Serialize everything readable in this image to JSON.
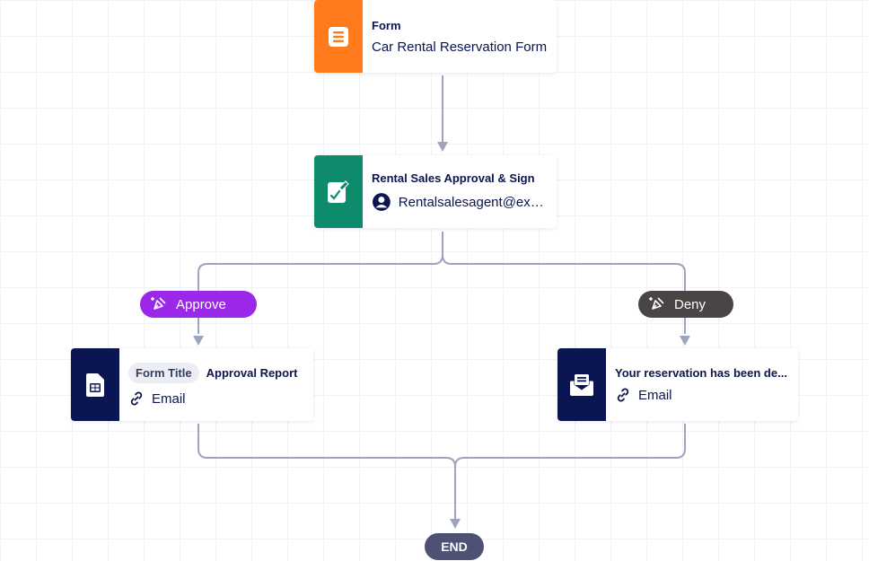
{
  "colors": {
    "form_accent": "#ff7a1a",
    "approval_accent": "#0e8a6c",
    "email_accent": "#0a1551",
    "approve_pill": "#9b27e8",
    "deny_pill": "#4a4545",
    "connector": "#9ea3bf",
    "end_pill": "#4e5173"
  },
  "nodes": {
    "form": {
      "title": "Form",
      "subtitle": "Car Rental Reservation Form",
      "icon": "form-document-icon"
    },
    "approval": {
      "title": "Rental Sales Approval & Sign",
      "subtitle": "Rentalsalesagent@exa...",
      "icon": "sign-document-icon",
      "assignee_icon": "user-circle-icon"
    },
    "approve_email": {
      "tag": "Form Title",
      "title": "Approval Report",
      "subtitle": "Email",
      "icon": "pdf-report-icon",
      "sub_icon": "link-icon"
    },
    "deny_email": {
      "title": "Your reservation has been de...",
      "subtitle": "Email",
      "icon": "envelope-icon",
      "sub_icon": "link-icon"
    }
  },
  "branches": {
    "approve": {
      "label": "Approve",
      "icon": "pen-sparkle-icon"
    },
    "deny": {
      "label": "Deny",
      "icon": "pen-sparkle-icon"
    }
  },
  "end": {
    "label": "END"
  }
}
